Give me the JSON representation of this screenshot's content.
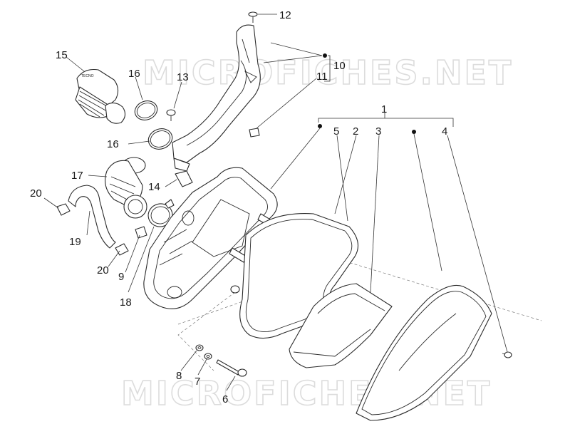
{
  "watermark": {
    "text": "MICROFICHES.NET"
  },
  "callouts": [
    {
      "id": "12",
      "label": "12"
    },
    {
      "id": "15",
      "label": "15"
    },
    {
      "id": "10",
      "label": "10"
    },
    {
      "id": "11",
      "label": "11"
    },
    {
      "id": "16a",
      "label": "16"
    },
    {
      "id": "13",
      "label": "13"
    },
    {
      "id": "1",
      "label": "1"
    },
    {
      "id": "5",
      "label": "5"
    },
    {
      "id": "2",
      "label": "2"
    },
    {
      "id": "3",
      "label": "3"
    },
    {
      "id": "4",
      "label": "4"
    },
    {
      "id": "16b",
      "label": "16"
    },
    {
      "id": "17",
      "label": "17"
    },
    {
      "id": "14",
      "label": "14"
    },
    {
      "id": "20a",
      "label": "20"
    },
    {
      "id": "19",
      "label": "19"
    },
    {
      "id": "20b",
      "label": "20"
    },
    {
      "id": "9",
      "label": "9"
    },
    {
      "id": "18",
      "label": "18"
    },
    {
      "id": "8",
      "label": "8"
    },
    {
      "id": "7",
      "label": "7"
    },
    {
      "id": "6",
      "label": "6"
    }
  ],
  "duct_label": "TECNO"
}
